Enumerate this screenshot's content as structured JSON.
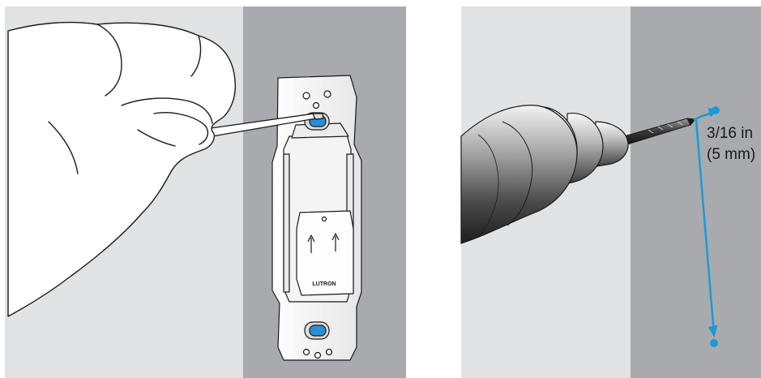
{
  "colors": {
    "wall_light": "#e1e2e4",
    "wall_dark": "#a9aaad",
    "measure_blue": "#1a9ad9",
    "mount_blue": "#2a8fd8",
    "line": "#1a1a1a"
  },
  "icons": {
    "left_panel": "hand-screwdriver-wallplate-icon",
    "right_panel": "power-drill-icon"
  },
  "brand_text": "LUTRON",
  "drill_measure": {
    "line1": "3/16 in",
    "line2": "(5 mm)"
  }
}
